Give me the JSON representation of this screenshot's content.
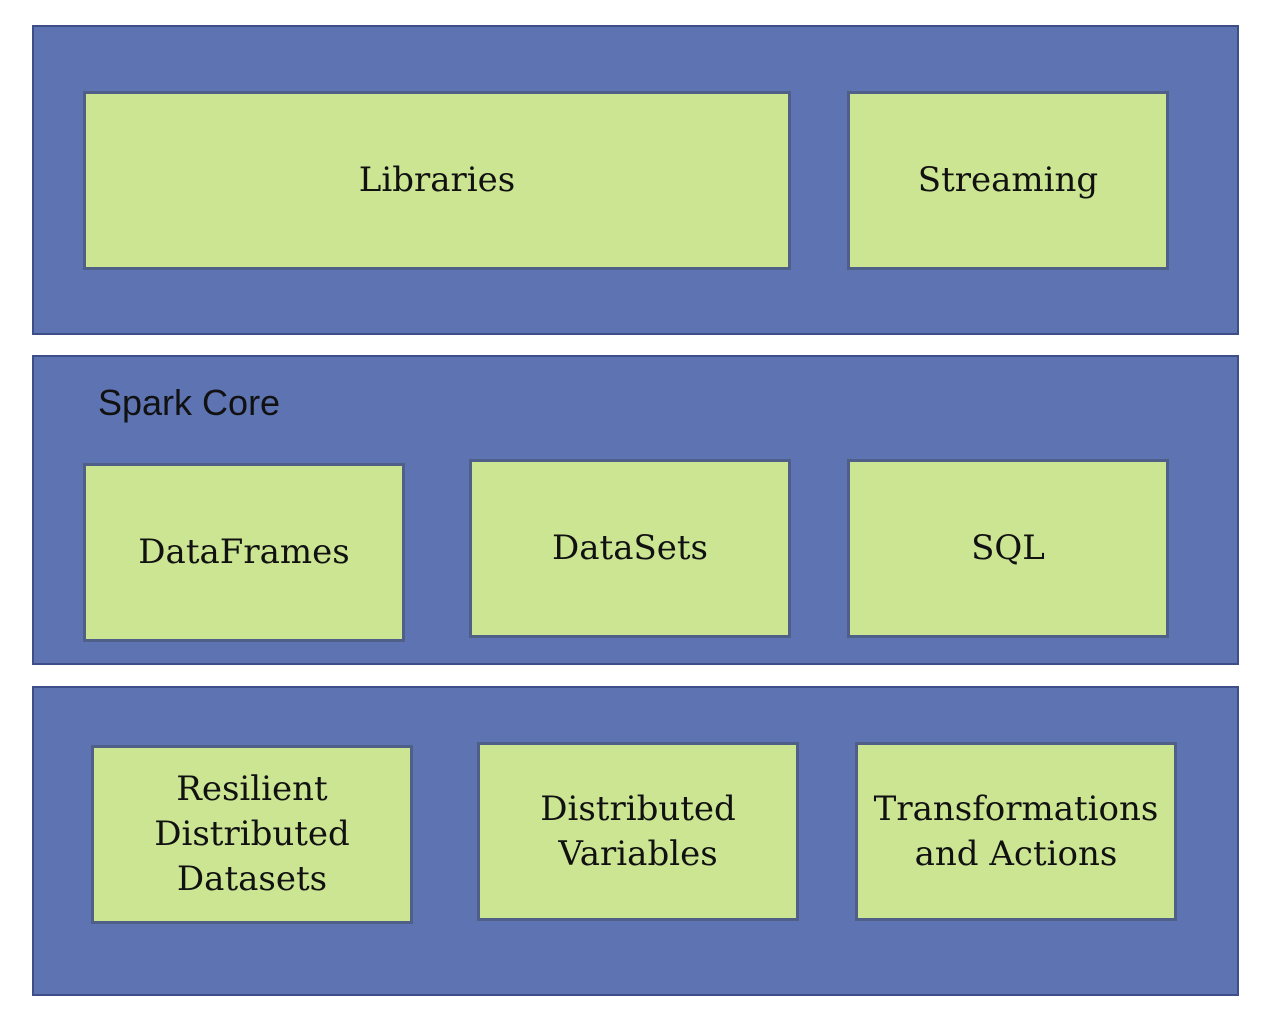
{
  "colors": {
    "layer_fill": "#5d73b2",
    "box_fill": "#cbe592"
  },
  "layers": [
    {
      "title": "",
      "boxes": [
        {
          "label": "Libraries"
        },
        {
          "label": "Streaming"
        }
      ]
    },
    {
      "title": "Spark Core",
      "boxes": [
        {
          "label": "DataFrames"
        },
        {
          "label": "DataSets"
        },
        {
          "label": "SQL"
        }
      ]
    },
    {
      "title": "",
      "boxes": [
        {
          "label": "Resilient\nDistributed\nDatasets"
        },
        {
          "label": "Distributed\nVariables"
        },
        {
          "label": "Transformations\nand Actions"
        }
      ]
    }
  ]
}
